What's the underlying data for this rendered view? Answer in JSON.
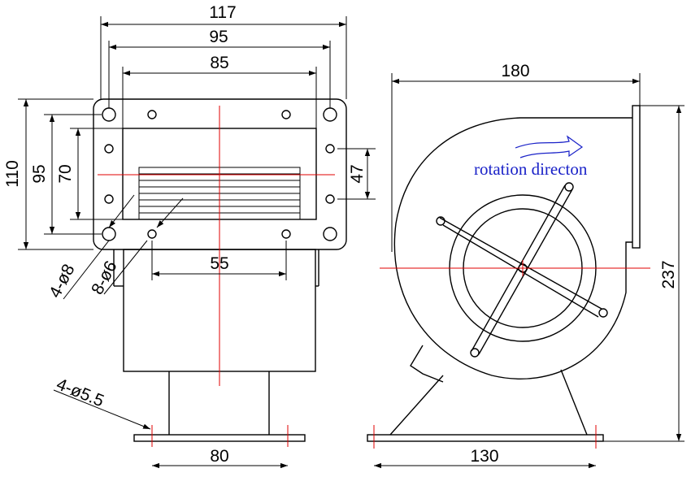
{
  "front_view": {
    "dim_overall_width": "117",
    "dim_hole_spacing_width": "95",
    "dim_opening_width": "85",
    "dim_overall_height": "110",
    "dim_hole_spacing_height": "95",
    "dim_opening_height": "70",
    "dim_side_hole_spacing": "47",
    "dim_bottom_hole_spacing": "55",
    "dim_large_holes": "4-ø8",
    "dim_small_holes": "8-ø6",
    "dim_base_holes": "4-ø5.5",
    "dim_base_hole_spacing": "80"
  },
  "side_view": {
    "dim_overall_width": "180",
    "dim_overall_height": "237",
    "dim_base_hole_spacing": "130",
    "rotation_label": "rotation directon"
  },
  "colors": {
    "lines": "#000000",
    "centerlines": "#e00000",
    "annotation": "#1a22c8"
  }
}
